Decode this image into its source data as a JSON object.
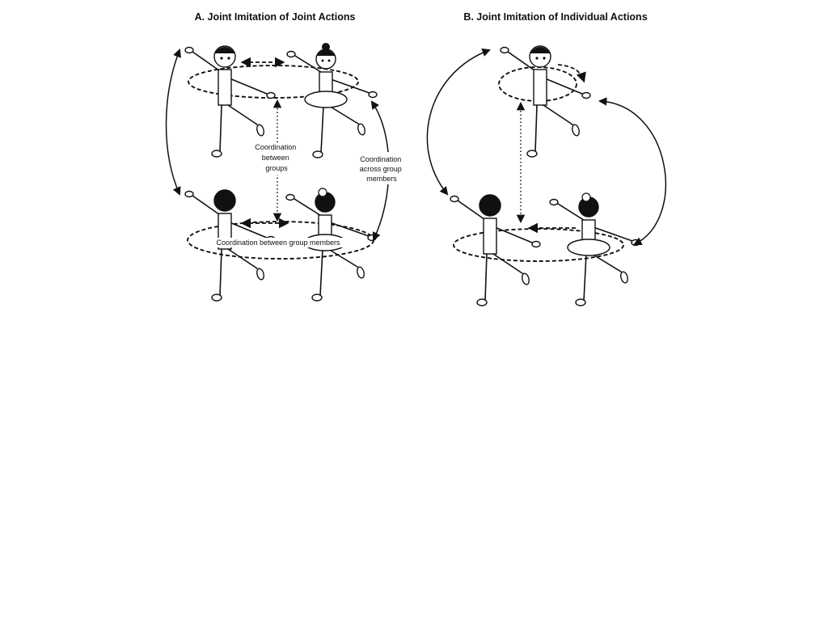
{
  "panels": {
    "a": {
      "title": "A. Joint Imitation of Joint Actions",
      "label_between_groups": [
        "Coordination",
        "between",
        "groups"
      ],
      "label_across_members": [
        "Coordination",
        "across group",
        "members"
      ],
      "label_between_members": "Coordination between group members"
    },
    "b": {
      "title": "B. Joint Imitation of Individual Actions"
    }
  },
  "colors": {
    "ink": "#111111",
    "background": "#ffffff"
  },
  "icons": [
    "dancer-boy-white-hair",
    "dancer-girl-tutu",
    "dancer-boy-black-head",
    "dancer-girl-black-head"
  ]
}
